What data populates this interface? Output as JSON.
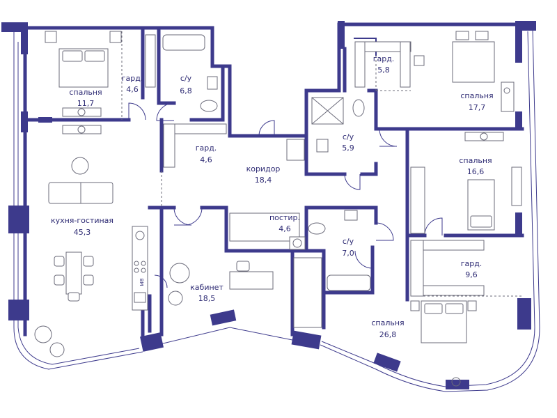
{
  "rooms": [
    {
      "label": "спальня",
      "area": "11,7"
    },
    {
      "label": "гард.",
      "area": "4,6"
    },
    {
      "label": "с/у",
      "area": "6,8"
    },
    {
      "label": "гард.",
      "area": "4,6"
    },
    {
      "label": "коридор",
      "area": "18,4"
    },
    {
      "label": "кухня-гостиная",
      "area": "45,3"
    },
    {
      "label": "кабинет",
      "area": "18,5"
    },
    {
      "label": "постир.",
      "area": "4,6"
    },
    {
      "label": "с/у",
      "area": "7,0"
    },
    {
      "label": "с/у",
      "area": "5,9"
    },
    {
      "label": "гард.",
      "area": "5,8"
    },
    {
      "label": "спальня",
      "area": "17,7"
    },
    {
      "label": "спальня",
      "area": "16,6"
    },
    {
      "label": "гард.",
      "area": "9,6"
    },
    {
      "label": "спальня",
      "area": "26,8"
    }
  ],
  "appliance_label": "ВМ",
  "colors": {
    "wall": "#3d3a8c",
    "text": "#2d2a73",
    "furniture": "#6b6b7a"
  }
}
